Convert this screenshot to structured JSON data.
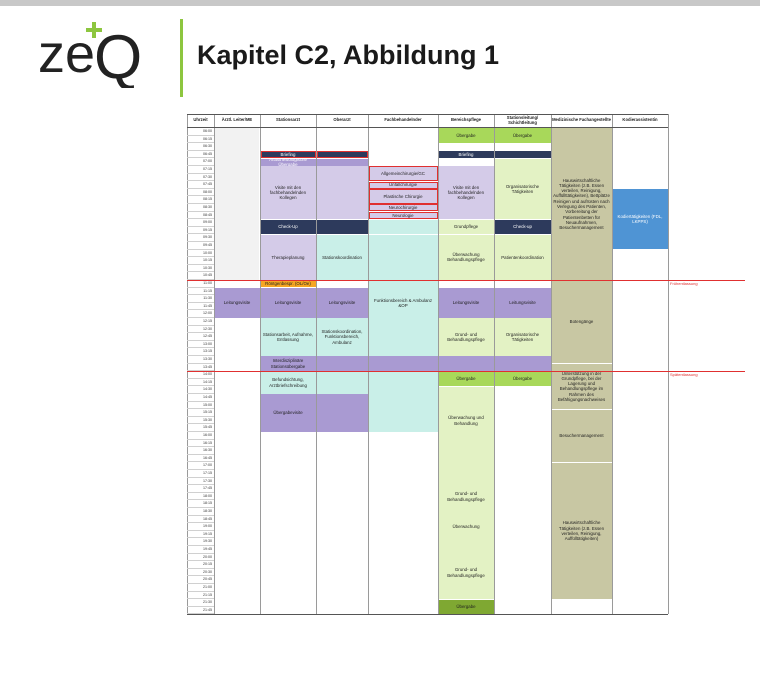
{
  "slide": {
    "title": "Kapitel C2, Abbildung 1",
    "logo_text": "zeQ",
    "colors": {
      "divider": "#8dc63f",
      "plus": "#8dc63f",
      "navy": "#2d3a5c",
      "lavender": "#d4cbe8",
      "purple": "#a99ad2",
      "mint": "#c9efe8",
      "light_green": "#e3f2c4",
      "green": "#a8d85a",
      "dark_green": "#7fa832",
      "olive": "#c8c7a3",
      "blue": "#4f94d4",
      "orange": "#f5a623",
      "red": "#e03030"
    }
  },
  "schedule": {
    "columns": [
      "Uhrzeit",
      "Ärztl. Leiter/ME",
      "Stationsarzt",
      "Oberarzt",
      "Fachbehandelnder",
      "Bereichspflege",
      "Stationsleitung/ Schichtleitung",
      "Medizinische Fachangestellte",
      "Kodierassistentin"
    ],
    "times": [
      "06:00",
      "06:15",
      "06:30",
      "06:45",
      "07:00",
      "07:15",
      "07:30",
      "07:45",
      "08:00",
      "08:15",
      "08:30",
      "08:45",
      "09:00",
      "09:15",
      "09:30",
      "09:45",
      "10:00",
      "10:15",
      "10:30",
      "10:45",
      "11:00",
      "11:15",
      "11:30",
      "11:45",
      "12:00",
      "12:15",
      "12:30",
      "12:45",
      "13:00",
      "13:15",
      "13:30",
      "13:45",
      "14:00",
      "14:15",
      "14:30",
      "14:45",
      "15:00",
      "15:15",
      "15:30",
      "15:45",
      "16:00",
      "16:15",
      "16:30",
      "16:45",
      "17:00",
      "17:15",
      "17:30",
      "17:45",
      "18:00",
      "18:15",
      "18:30",
      "18:45",
      "19:00",
      "19:15",
      "19:30",
      "19:45",
      "20:00",
      "20:15",
      "20:30",
      "20:45",
      "21:00",
      "21:15",
      "21:30",
      "21:45"
    ],
    "blocks": [
      {
        "col": 5,
        "start": 0,
        "end": 2,
        "color": "green",
        "text": "Übergabe"
      },
      {
        "col": 6,
        "start": 0,
        "end": 2,
        "color": "green",
        "text": "Übergabe"
      },
      {
        "col": 2,
        "start": 3,
        "end": 4,
        "color": "navy",
        "text": "Briefing",
        "border": "red",
        "light": true
      },
      {
        "col": 3,
        "start": 3,
        "end": 4,
        "color": "navy",
        "text": "",
        "border": "red"
      },
      {
        "col": 2,
        "start": 4,
        "end": 5,
        "color": "purple",
        "text": "Anästhesiologische Übergabe",
        "light": true
      },
      {
        "col": 3,
        "start": 4,
        "end": 5,
        "color": "purple",
        "text": ""
      },
      {
        "col": 5,
        "start": 3,
        "end": 4,
        "color": "navy",
        "text": "Briefing",
        "light": true
      },
      {
        "col": 6,
        "start": 3,
        "end": 4,
        "color": "navy",
        "text": ""
      },
      {
        "col": 2,
        "start": 5,
        "end": 12,
        "color": "lavender",
        "text": "Visite mit den fachbehandelnden Kollegen"
      },
      {
        "col": 3,
        "start": 5,
        "end": 12,
        "color": "lavender",
        "text": ""
      },
      {
        "col": 4,
        "start": 5,
        "end": 7,
        "color": "lavender",
        "text": "Allgemeinchirurgie/GC",
        "border": "red"
      },
      {
        "col": 4,
        "start": 7,
        "end": 8,
        "color": "lavender",
        "text": "Unfallchirurgie",
        "border": "red"
      },
      {
        "col": 4,
        "start": 8,
        "end": 10,
        "color": "lavender",
        "text": "Plastische Chirurgie",
        "border": "red"
      },
      {
        "col": 4,
        "start": 10,
        "end": 11,
        "color": "lavender",
        "text": "Neurochirurgie",
        "border": "red"
      },
      {
        "col": 4,
        "start": 11,
        "end": 12,
        "color": "lavender",
        "text": "Neurologie",
        "border": "red"
      },
      {
        "col": 5,
        "start": 5,
        "end": 12,
        "color": "lavender",
        "text": "Visite mit den fachbehandelnden Kollegen"
      },
      {
        "col": 6,
        "start": 4,
        "end": 12,
        "color": "light_green",
        "text": "Organisatorische Tätigkeiten"
      },
      {
        "col": 7,
        "start": 0,
        "end": 20,
        "color": "olive",
        "text": "Hauswirtschaftliche Tätigkeiten (z.B. Essen verteilen, Reinigung, Auffüllttätigkeiten), Bettplätze Reinigen und aufrüsten nach Verlegung des Patienten, Vorbereitung der Patientenbetten für Neuaufnahmen, Besuchermanagement"
      },
      {
        "col": 8,
        "start": 8,
        "end": 16,
        "color": "blue",
        "text": "Kodiertätigkeiten (FDL, LKPPS)",
        "light": true
      },
      {
        "col": 2,
        "start": 12,
        "end": 14,
        "color": "navy",
        "text": "Check-Up",
        "light": true
      },
      {
        "col": 3,
        "start": 12,
        "end": 14,
        "color": "navy",
        "text": ""
      },
      {
        "col": 5,
        "start": 12,
        "end": 14,
        "color": "light_green",
        "text": "Grundpflege"
      },
      {
        "col": 6,
        "start": 12,
        "end": 14,
        "color": "navy",
        "text": "Check-up",
        "light": true
      },
      {
        "col": 2,
        "start": 14,
        "end": 20,
        "color": "lavender",
        "text": "Therapieplanung"
      },
      {
        "col": 3,
        "start": 14,
        "end": 20,
        "color": "mint",
        "text": "Stationskoordination"
      },
      {
        "col": 5,
        "start": 14,
        "end": 20,
        "color": "light_green",
        "text": "Überwachung Behandlungspflege"
      },
      {
        "col": 6,
        "start": 14,
        "end": 20,
        "color": "light_green",
        "text": "Patientenkoordination"
      },
      {
        "col": 4,
        "start": 12,
        "end": 14,
        "color": "mint",
        "text": ""
      },
      {
        "col": 4,
        "start": 14,
        "end": 32,
        "color": "mint",
        "text": "Funktionsbereich & Ambulanz &OP"
      },
      {
        "col": 2,
        "start": 20,
        "end": 21,
        "color": "orange",
        "text": "Röntgenbespr. (OL/Oe)"
      },
      {
        "col": 1,
        "start": 21,
        "end": 25,
        "color": "purple",
        "text": "Leitungsvisite"
      },
      {
        "col": 2,
        "start": 21,
        "end": 25,
        "color": "purple",
        "text": "Leitungsvisite"
      },
      {
        "col": 3,
        "start": 21,
        "end": 25,
        "color": "purple",
        "text": "Leitungsvisite"
      },
      {
        "col": 5,
        "start": 21,
        "end": 25,
        "color": "purple",
        "text": "Leitungsvisite"
      },
      {
        "col": 6,
        "start": 21,
        "end": 25,
        "color": "purple",
        "text": "Leitungsvisite"
      },
      {
        "col": 7,
        "start": 20,
        "end": 31,
        "color": "olive",
        "text": "Botengänge"
      },
      {
        "col": 2,
        "start": 25,
        "end": 30,
        "color": "mint",
        "text": "Stationsarbeit, Aufnahme, Entlassung"
      },
      {
        "col": 3,
        "start": 25,
        "end": 30,
        "color": "mint",
        "text": "Stationskoordination, Funktionsbereich, Ambulanz"
      },
      {
        "col": 5,
        "start": 25,
        "end": 30,
        "color": "light_green",
        "text": "Grund- und Behandlungspflege"
      },
      {
        "col": 6,
        "start": 25,
        "end": 30,
        "color": "light_green",
        "text": "Organisatorische Tätigkeiten"
      },
      {
        "col": 2,
        "start": 30,
        "end": 32,
        "color": "purple",
        "text": "Interdisziplinäre Stationsübergabe"
      },
      {
        "col": 3,
        "start": 30,
        "end": 32,
        "color": "purple",
        "text": ""
      },
      {
        "col": 4,
        "start": 30,
        "end": 32,
        "color": "purple",
        "text": ""
      },
      {
        "col": 5,
        "start": 30,
        "end": 32,
        "color": "purple",
        "text": ""
      },
      {
        "col": 6,
        "start": 30,
        "end": 32,
        "color": "purple",
        "text": ""
      },
      {
        "col": 7,
        "start": 31,
        "end": 37,
        "color": "olive",
        "text": "Unterstützung in der Grundpflege, bei der Lagerung und Behandlungspflege im Rahmen des Befähigungsnachweises"
      },
      {
        "col": 5,
        "start": 32,
        "end": 34,
        "color": "green",
        "text": "Übergabe"
      },
      {
        "col": 6,
        "start": 32,
        "end": 34,
        "color": "green",
        "text": "Übergabe"
      },
      {
        "col": 2,
        "start": 32,
        "end": 35,
        "color": "mint",
        "text": "Befundsichtung, Arztbriefschreibung"
      },
      {
        "col": 3,
        "start": 32,
        "end": 35,
        "color": "mint",
        "text": ""
      },
      {
        "col": 4,
        "start": 32,
        "end": 40,
        "color": "mint",
        "text": ""
      },
      {
        "col": 2,
        "start": 35,
        "end": 40,
        "color": "purple",
        "text": "Übergabevisite"
      },
      {
        "col": 3,
        "start": 35,
        "end": 40,
        "color": "purple",
        "text": ""
      },
      {
        "col": 5,
        "start": 34,
        "end": 62,
        "color": "light_green",
        "text": ""
      },
      {
        "col": 7,
        "start": 37,
        "end": 44,
        "color": "olive",
        "text": "Besuchermanagement"
      },
      {
        "col": 7,
        "start": 44,
        "end": 62,
        "color": "olive",
        "text": "Hauswirtschaftliche Tätigkeiten (z.B. Essen verteilen, Reinigung, Auffülltätigkeiten)"
      },
      {
        "col": 5,
        "start": 62,
        "end": 64,
        "color": "dark_green",
        "text": "Übergabe"
      }
    ],
    "overlays": [
      {
        "col": 5,
        "start": 36,
        "end": 41,
        "text": "Überwachung und Behandlung"
      },
      {
        "col": 5,
        "start": 46,
        "end": 51,
        "text": "Grund- und Behandlungspflege"
      },
      {
        "col": 5,
        "start": 50,
        "end": 55,
        "text": "Überwachung"
      },
      {
        "col": 5,
        "start": 56,
        "end": 61,
        "text": "Grund- und Behandlungspflege"
      }
    ],
    "shift_lines": [
      {
        "slot": 20,
        "label": "Frühentlassung"
      },
      {
        "slot": 32,
        "label": "Spätentlassung"
      }
    ]
  }
}
